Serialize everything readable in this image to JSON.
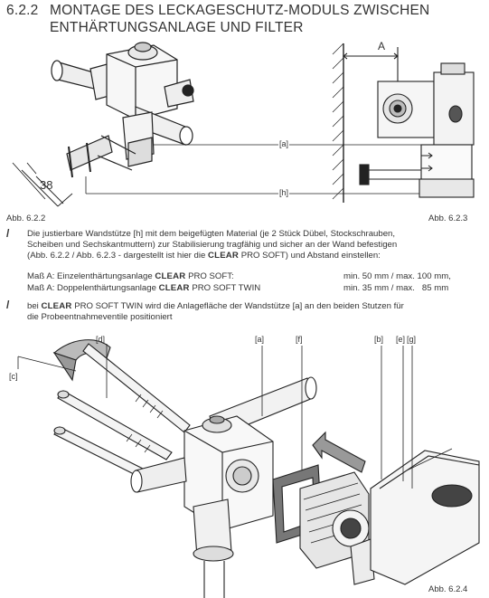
{
  "heading": {
    "number": "6.2.2",
    "line1": "MONTAGE DES LECKAGESCHUTZ-MODULS ZWISCHEN",
    "line2": "ENTHÄRTUNGSANLAGE UND FILTER"
  },
  "figure_top": {
    "dimension_38": "38",
    "label_a": "[a]",
    "label_h": "[h]",
    "dimension_A": "A",
    "caption_left": "Abb. 6.2.2",
    "caption_right": "Abb. 6.2.3"
  },
  "instructions": {
    "bullet_symbol": "/",
    "item1": {
      "line1": "Die justierbare Wandstütze [h] mit dem beigefügten Material (je 2 Stück Dübel, Stockschrauben,",
      "line2": "Scheiben und Sechskantmuttern) zur Stabilisierung tragfähig und sicher an der Wand befestigen",
      "line3_pre": "(Abb. 6.2.2 / Abb. 6.2.3 - dargestellt ist hier die",
      "brand": "CLEAR",
      "line3_post": "PRO SOFT) und Abstand einstellen:"
    },
    "measure1": {
      "label_pre": "Maß A: Einzelenthärtungsanlage",
      "brand": "CLEAR",
      "label_post": "PRO SOFT:",
      "range": "min. 50 mm / max. 100 mm,"
    },
    "measure2": {
      "label_pre": "Maß A: Doppelenthärtungsanlage",
      "brand": "CLEAR",
      "label_post": "PRO SOFT TWIN",
      "range": "min. 35 mm / max.   85 mm"
    },
    "item2": {
      "line1_pre": "bei",
      "brand": "CLEAR",
      "line1_post": "PRO SOFT TWIN wird die Anlagefläche der Wandstütze [a] an den beiden Stutzen für",
      "line2": "die Probeentnahmeventile positioniert"
    }
  },
  "figure_bottom": {
    "labels": [
      "[c]",
      "[d]",
      "[a]",
      "[f]",
      "[b]",
      "[e]",
      "[g]"
    ],
    "caption": "Abb. 6.2.4"
  }
}
